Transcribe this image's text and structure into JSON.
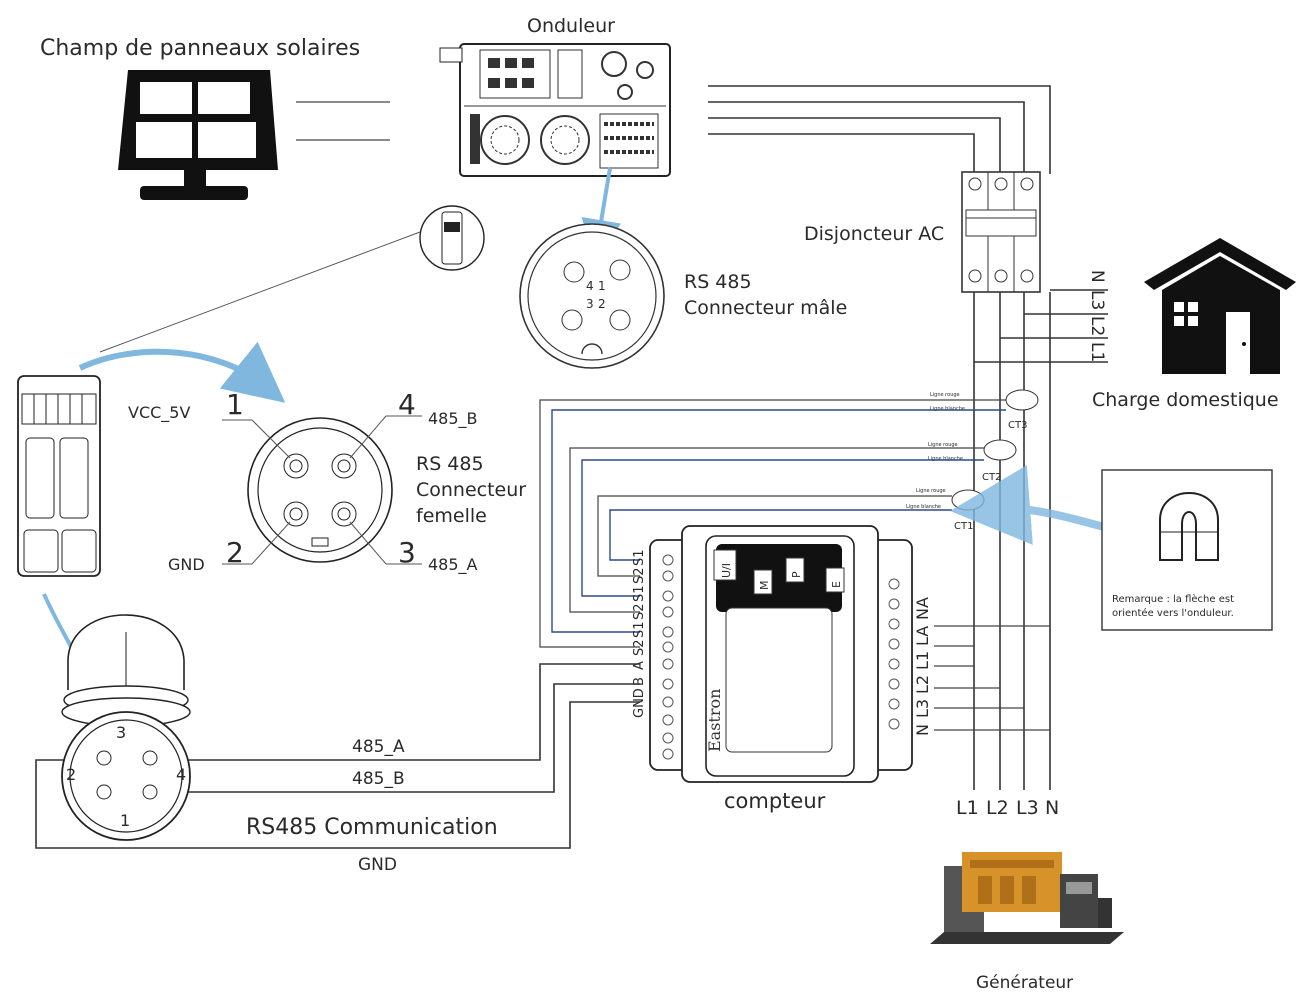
{
  "labels": {
    "solar_array": "Champ de panneaux solaires",
    "inverter": "Onduleur",
    "ac_breaker": "Disjoncteur AC",
    "rs485_male_line1": "RS 485",
    "rs485_male_line2": "Connecteur mâle",
    "rs485_female_line1": "RS 485",
    "rs485_female_line2": "Connecteur",
    "rs485_female_line3": "femelle",
    "household_load": "Charge domestique",
    "meter": "compteur",
    "meter_brand": "Eastron",
    "communication": "RS485 Communication",
    "generator": "Générateur",
    "note_line1": "Remarque : la flèche est",
    "note_line2": "orientée vers l'onduleur.",
    "ct1": "CT1",
    "ct2": "CT2",
    "ct3": "CT3",
    "ct_red_wire": "Ligne rouge",
    "ct_white_wire": "Ligne blanche"
  },
  "pins": {
    "p1": "1",
    "p2": "2",
    "p3": "3",
    "p4": "4",
    "vcc": "VCC_5V",
    "b485": "485_B",
    "a485": "485_A",
    "gnd": "GND"
  },
  "bus": {
    "l1": "L1",
    "l2": "L2",
    "l3": "L3",
    "n": "N"
  },
  "load_phases": [
    "N",
    "L3",
    "L2",
    "L1"
  ],
  "meter_left_terminals": [
    "S1",
    "S2",
    "S1",
    "S2",
    "S1",
    "S2",
    "A",
    "B",
    "GND"
  ],
  "meter_right_terminals": [
    "NA",
    "LA",
    "L1",
    "L2",
    "L3",
    "N"
  ],
  "meter_buttons": [
    "U/I",
    "M",
    "P",
    "E"
  ],
  "cable_labels": {
    "a": "485_A",
    "b": "485_B",
    "gnd": "GND"
  },
  "colors": {
    "arrow": "#7fb7df",
    "wire": "#333333",
    "blue_wire": "#2c4a8a"
  }
}
